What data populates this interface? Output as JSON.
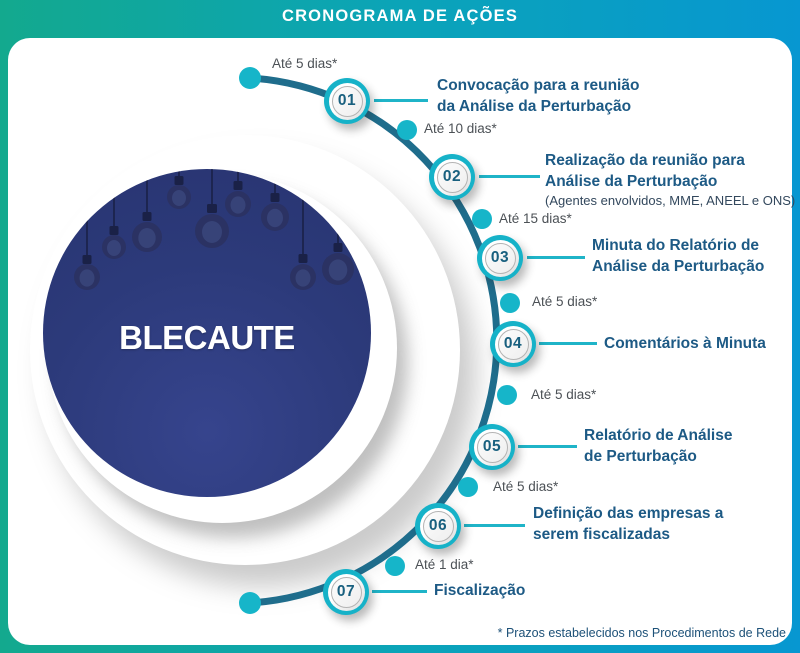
{
  "header": {
    "title": "CRONOGRAMA DE AÇÕES"
  },
  "blackout": {
    "label": "BLECAUTE"
  },
  "steps": [
    {
      "number": "01",
      "duration": "Até 5 dias*",
      "title": "Convocação para a reunião\nda Análise da Perturbação"
    },
    {
      "number": "02",
      "duration": "Até 10 dias*",
      "title": "Realização da reunião para\nAnálise da Perturbação",
      "subtitle": "(Agentes envolvidos, MME, ANEEL e ONS)"
    },
    {
      "number": "03",
      "duration": "Até 15 dias*",
      "title": "Minuta do Relatório de\nAnálise da Perturbação"
    },
    {
      "number": "04",
      "duration": "Até 5 dias*",
      "title": "Comentários à Minuta"
    },
    {
      "number": "05",
      "duration": "Até 5 dias*",
      "title": "Relatório de Análise\nde Perturbação"
    },
    {
      "number": "06",
      "duration": "Até 5 dias*",
      "title": "Definição das empresas a\nserem fiscalizadas"
    },
    {
      "number": "07",
      "duration": "Até 1 dia*",
      "title": "Fiscalização"
    }
  ],
  "footnote": "* Prazos estabelecidos nos Procedimentos de Rede",
  "colors": {
    "header_gradient_left": "#13a98e",
    "header_gradient_right": "#0797d1",
    "timeline_arc": "#1f6d8c",
    "timeline_accent": "#16b2c8",
    "step_title_text": "#1d5a85",
    "duration_text": "#4c5156",
    "blackout_circle": "#2c3a7a",
    "step_number_text": "#19607f"
  }
}
